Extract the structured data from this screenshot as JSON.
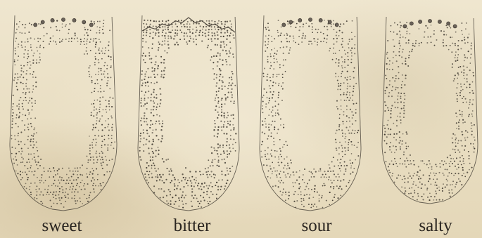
{
  "diagram": {
    "tongues": [
      {
        "id": "sweet",
        "caption": "sweet",
        "tip_pattern": "tip-dots"
      },
      {
        "id": "bitter",
        "caption": "bitter",
        "tip_pattern": "dense-tip"
      },
      {
        "id": "sour",
        "caption": "sour",
        "tip_pattern": "tip-dots"
      },
      {
        "id": "salty",
        "caption": "salty",
        "tip_pattern": "tip-dots"
      }
    ],
    "colors": {
      "ink": "#3a342c",
      "paper": "#ece2c9"
    }
  }
}
